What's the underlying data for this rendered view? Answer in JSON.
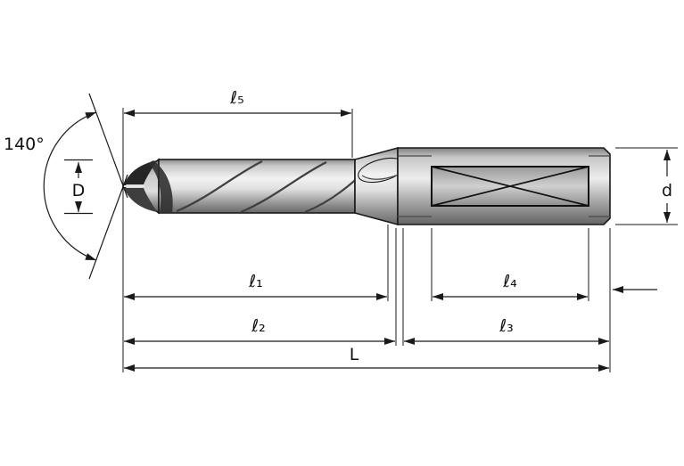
{
  "diagram": {
    "type": "technical-drawing",
    "subject": "solid-carbide-drill-with-dimension-callouts",
    "labels": {
      "point_angle": "140°",
      "diameter_D": "D",
      "diameter_d": "d",
      "l1": "ℓ₁",
      "l2": "ℓ₂",
      "l3": "ℓ₃",
      "l4": "ℓ₄",
      "l5": "ℓ₅",
      "length_L": "L"
    },
    "colors": {
      "line": "#1a1a1a",
      "metal_light": "#f2f2f2",
      "metal_mid": "#b9b9b9",
      "metal_dark": "#646464",
      "tip_dark": "#262626",
      "background": "#ffffff"
    }
  }
}
